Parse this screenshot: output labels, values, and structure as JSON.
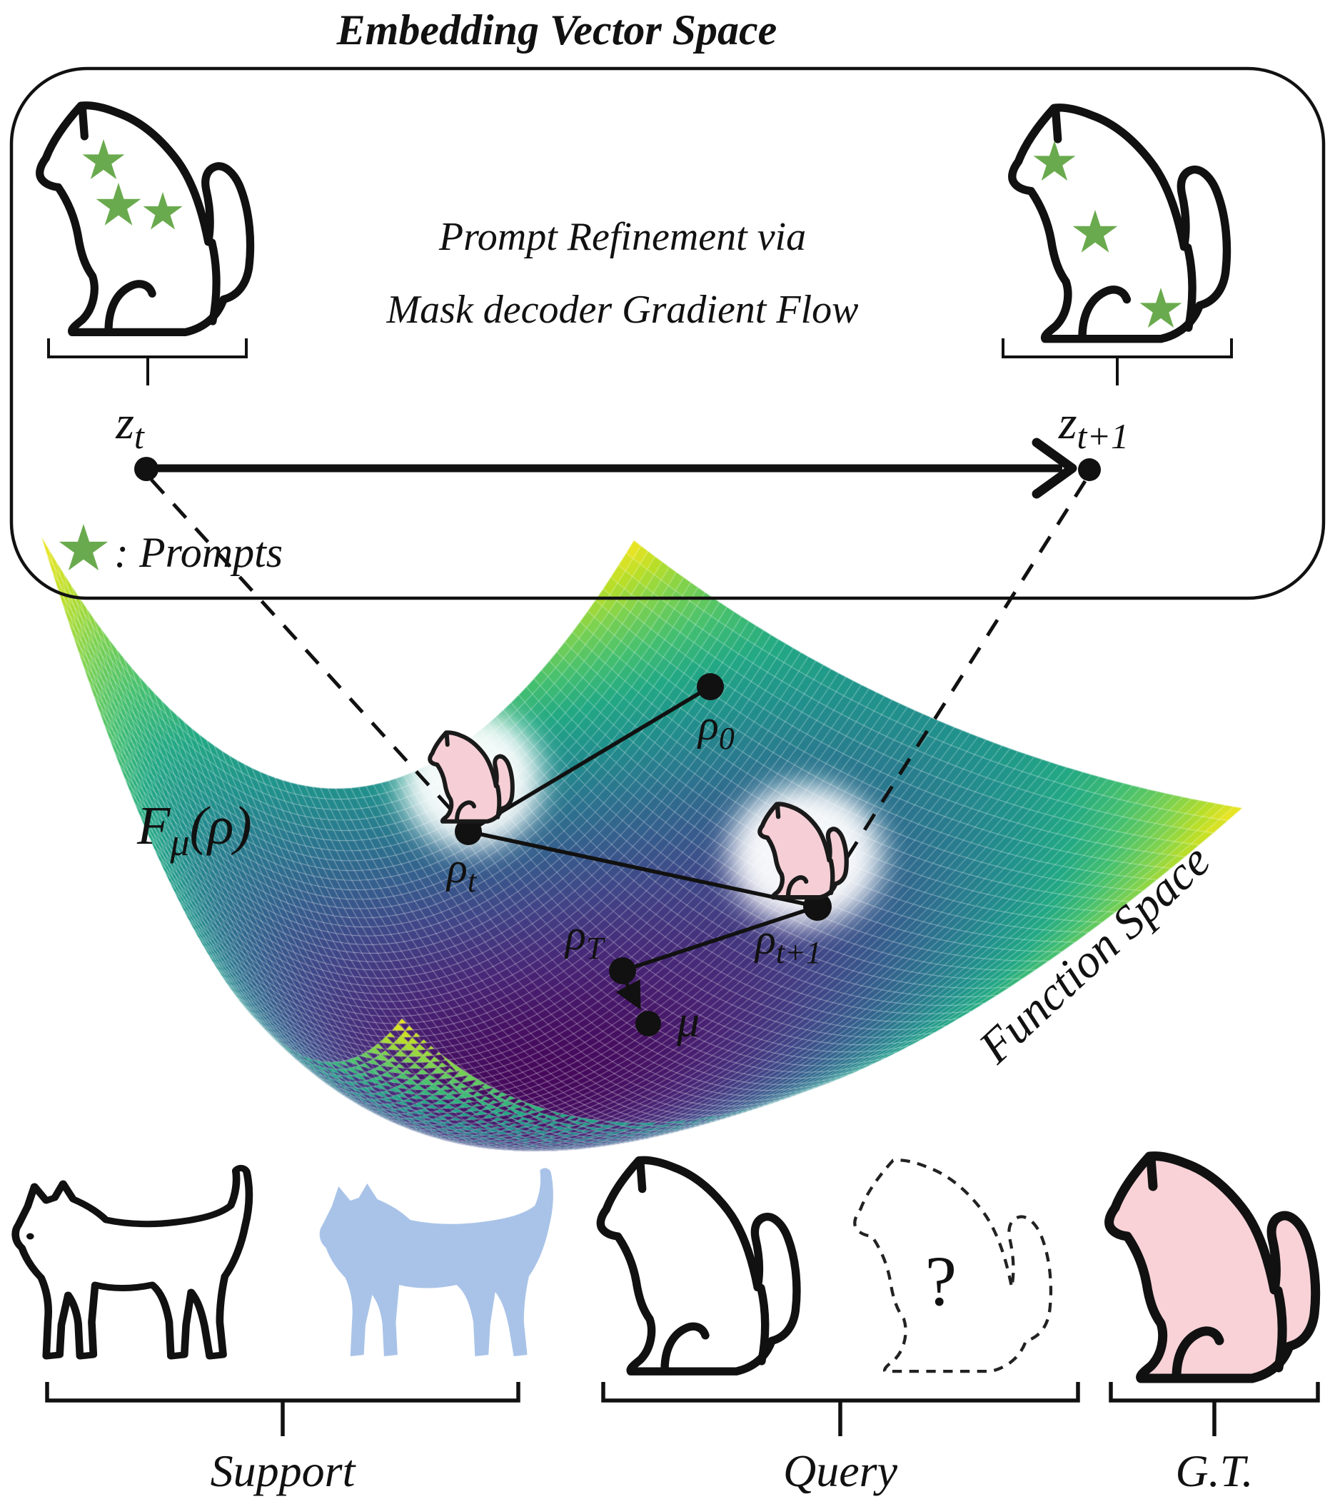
{
  "title": "Embedding Vector Space",
  "embedding_box": {
    "refinement_line1": "Prompt Refinement via",
    "refinement_line2": "Mask decoder Gradient Flow",
    "z_t": {
      "base": "z",
      "sub": "t"
    },
    "z_t1": {
      "base": "z",
      "sub": "t+1"
    },
    "legend": {
      "label": ": Prompts"
    }
  },
  "function_space": {
    "objective_label": {
      "F": "F",
      "mu_sub": "μ",
      "rho_paren": "(ρ)"
    },
    "space_label": "Function Space",
    "points": {
      "rho0": {
        "base": "ρ",
        "sub": "0"
      },
      "rhot": {
        "base": "ρ",
        "sub": "t"
      },
      "rhot1": {
        "base": "ρ",
        "sub": "t+1"
      },
      "rhoT": {
        "base": "ρ",
        "sub": "T"
      },
      "mu": "μ"
    }
  },
  "bottom": {
    "support_label": "Support",
    "query_label": "Query",
    "gt_label": "G.T.",
    "question_mark": "?"
  },
  "colors": {
    "ink": "#111111",
    "star_green": "#6aaa4e",
    "cat_blue": "#a9c3e8",
    "cat_pink": "#f8d2d7",
    "small_cat_pink": "#f6cfd6",
    "glow": "#ffffff"
  },
  "surface": {
    "grid_line": "rgba(255,255,255,0.25)",
    "colormap": [
      [
        0.0,
        "#440154"
      ],
      [
        0.1,
        "#482475"
      ],
      [
        0.2,
        "#414487"
      ],
      [
        0.3,
        "#355f8d"
      ],
      [
        0.4,
        "#2a788e"
      ],
      [
        0.5,
        "#21918c"
      ],
      [
        0.6,
        "#22a884"
      ],
      [
        0.7,
        "#44bf70"
      ],
      [
        0.8,
        "#7ad151"
      ],
      [
        0.9,
        "#bddf26"
      ],
      [
        1.0,
        "#fde725"
      ]
    ]
  }
}
